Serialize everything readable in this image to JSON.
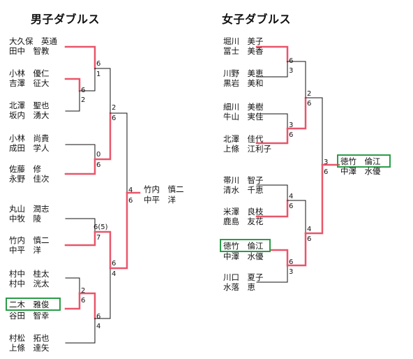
{
  "colors": {
    "win": "#e8566a",
    "line": "#111111",
    "highlight": "#2a9d48"
  },
  "men": {
    "title": "男子ダブルス",
    "pairs": [
      [
        "大久保　英通",
        "田中　智教"
      ],
      [
        "小林　優仁",
        "吉澤　征大"
      ],
      [
        "北澤　聖也",
        "坂内　湧大"
      ],
      [
        "小林　尚貴",
        "成田　学人"
      ],
      [
        "佐藤　修",
        "永野　佳次"
      ],
      [
        "丸山　潤志",
        "中牧　陵"
      ],
      [
        "竹内　慎二",
        "中平　洋"
      ],
      [
        "村中　桂太",
        "村中　洸太"
      ],
      [
        "二木　雅俊",
        "谷田　智幸"
      ],
      [
        "村松　拓也",
        "上條　達矢"
      ]
    ],
    "scores": {
      "r1a_top": "6",
      "r1a_bot": "1",
      "r1b_top": "6",
      "r1b_bot": "2",
      "r1c_top": "0",
      "r1c_bot": "6",
      "r1d_top": "6(5)",
      "r1d_bot": "7",
      "r1e_top": "2",
      "r1e_bot": "6",
      "r1f_top": "6",
      "r1f_bot": "4",
      "sf1_top": "2",
      "sf1_bot": "6",
      "sf2_top": "6",
      "sf2_bot": "4",
      "f_top": "4",
      "f_bot": "6"
    },
    "champion": [
      "竹内　慎二",
      "中平　洋"
    ]
  },
  "women": {
    "title": "女子ダブルス",
    "pairs": [
      [
        "堀川　美子",
        "冨士　美香"
      ],
      [
        "川野　美恵",
        "黒岩　美和"
      ],
      [
        "細川　美樹",
        "牛山　実佳"
      ],
      [
        "北澤　佳代",
        "上條　江利子"
      ],
      [
        "帯川　智子",
        "清水　千恵"
      ],
      [
        "米澤　良枝",
        "鹿島　友花"
      ],
      [
        "徳竹　倫江",
        "中澤　水優"
      ],
      [
        "川口　夏子",
        "水落　恵"
      ]
    ],
    "scores": {
      "r1a_top": "6",
      "r1a_bot": "3",
      "r1b_top": "3",
      "r1b_bot": "6",
      "r1c_top": "4",
      "r1c_bot": "6",
      "r1d_top": "6",
      "r1d_bot": "3",
      "sf1_top": "2",
      "sf1_bot": "6",
      "sf2_top": "4",
      "sf2_bot": "6",
      "f_top": "3",
      "f_bot": "6"
    },
    "champion": [
      "徳竹　倫江",
      "中澤　水優"
    ]
  }
}
